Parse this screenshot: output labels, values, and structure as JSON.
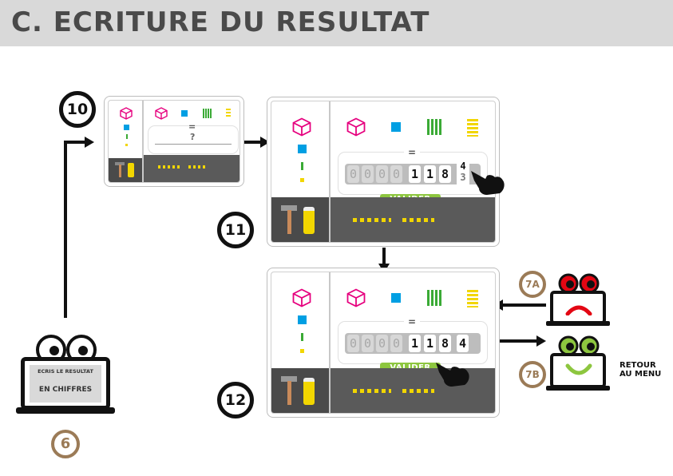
{
  "header": {
    "title": "C. ECRITURE DU RESULTAT"
  },
  "steps": {
    "s6": "6",
    "s10": "10",
    "s11": "11",
    "s12": "12",
    "s7a": "7A",
    "s7b": "7B"
  },
  "robot_main": {
    "line1": "ECRIS LE RESULTAT",
    "line2": "EN CHIFFRES"
  },
  "panel10": {
    "equals": "=",
    "question": "?"
  },
  "panel11": {
    "equals": "=",
    "digits": [
      "0",
      "0",
      "0",
      "0",
      "1",
      "1",
      "8"
    ],
    "spinner_top": "4",
    "spinner_bottom": "3",
    "validate_label": "VALIDER"
  },
  "panel12": {
    "equals": "=",
    "digits": [
      "0",
      "0",
      "0",
      "0",
      "1",
      "1",
      "8",
      "4"
    ],
    "validate_label": "VALIDER"
  },
  "return_menu": {
    "line1": "RETOUR",
    "line2": "AU MENU"
  },
  "colors": {
    "magenta": "#e6007e",
    "blue": "#009fe3",
    "green": "#3aaa35",
    "yellow": "#f2d600",
    "valider": "#8dc63f",
    "robot_red": "#e30613",
    "robot_green": "#8dc63f",
    "badge_brown": "#9b7b57"
  }
}
